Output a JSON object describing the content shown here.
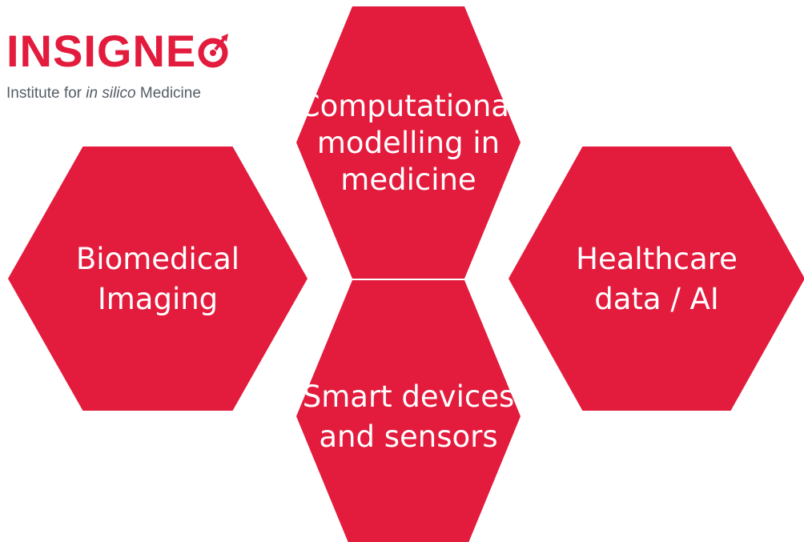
{
  "logo": {
    "wordmark": "INSIGNE",
    "tagline_prefix": "Institute for ",
    "tagline_italic": "in silico",
    "tagline_suffix": " Medicine",
    "icon": "target-o-icon"
  },
  "colors": {
    "hexagon_fill": "#e31b3d",
    "logo_red": "#e31b3d",
    "tagline_grey": "#555d66",
    "label_text": "#ffffff",
    "background": "#ffffff"
  },
  "hexagons": [
    {
      "id": "computational",
      "lines": [
        "Computational",
        "modelling in",
        "medicine"
      ]
    },
    {
      "id": "biomedical",
      "lines": [
        "Biomedical",
        "Imaging"
      ]
    },
    {
      "id": "healthcare",
      "lines": [
        "Healthcare",
        "data / AI"
      ]
    },
    {
      "id": "smart",
      "lines": [
        "Smart devices",
        "and sensors"
      ]
    }
  ]
}
